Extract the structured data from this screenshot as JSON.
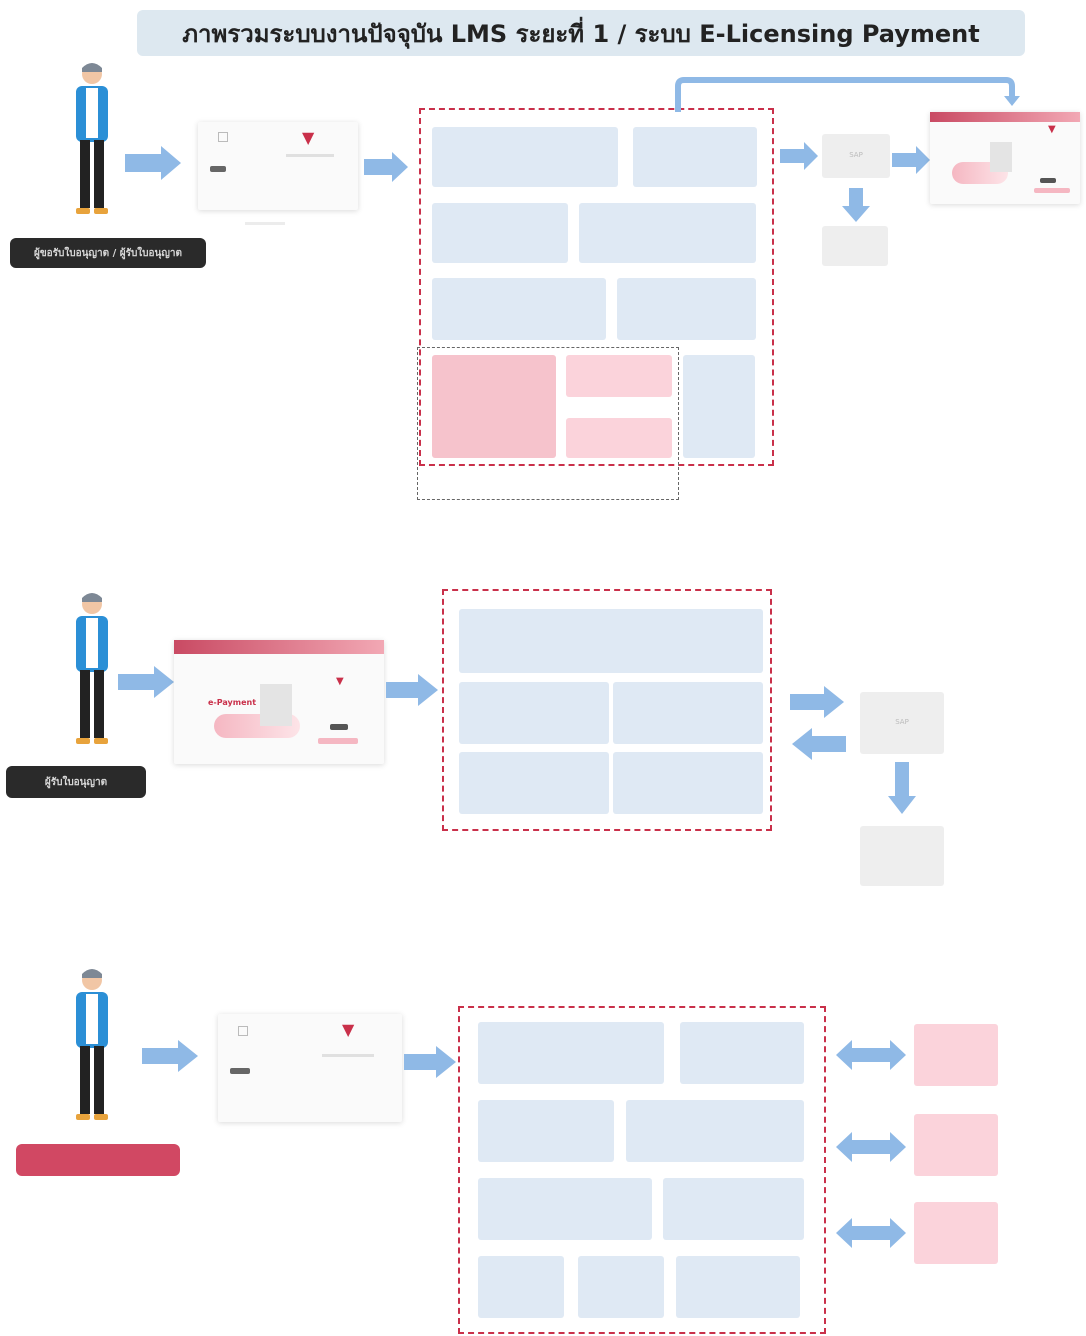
{
  "title": "ภาพรวมระบบงานปัจจุบัน LMS ระยะที่ 1 / ระบบ E-Licensing Payment",
  "colors": {
    "arrow": "#8fb9e6",
    "box": "#dfe9f4",
    "pink_box": "#f6c3cc",
    "dashed_border": "#c9304a",
    "label_dark": "#2a2a2a",
    "label_red": "#d14863"
  },
  "section1": {
    "actor_label": "ผู้ขอรับใบอนุญาต / ผู้รับใบอนุญาต",
    "boxes": [
      "",
      "",
      "",
      "",
      "",
      "",
      "",
      "",
      "",
      ""
    ],
    "sap": "SAP",
    "sap_sub": ""
  },
  "section2": {
    "actor_label": "ผู้รับใบอนุญาต",
    "screen_title": "e-Payment",
    "sap": "SAP"
  },
  "section3": {
    "actor_label": "",
    "ext1": "",
    "ext2": ""
  }
}
